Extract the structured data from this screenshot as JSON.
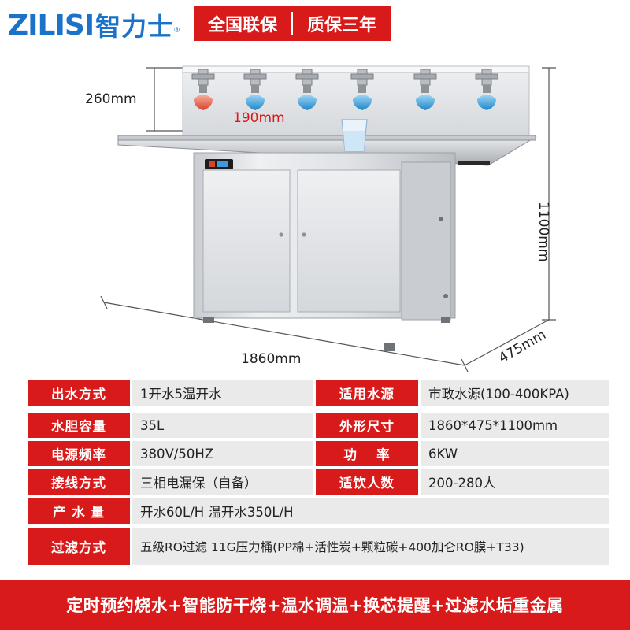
{
  "header": {
    "logo_latin": "ZILISI",
    "logo_cn": "智力士",
    "logo_mark": "®",
    "badge_left": "全国联保",
    "badge_right": "质保三年"
  },
  "dimensions": {
    "tap_height": "260mm",
    "glass_clearance": "190mm",
    "height": "1100mm",
    "width": "1860mm",
    "depth": "475mm"
  },
  "product": {
    "tap_count": 6,
    "colors": {
      "steel_light": "#f1f2f3",
      "steel_mid": "#cfd2d6",
      "steel_dark": "#8d9297",
      "accent_red": "#d91a1a"
    }
  },
  "specs": [
    {
      "label": "出水方式",
      "value": "1开水5温开水",
      "label2": "适用水源",
      "value2": "市政水源(100-400KPA)"
    },
    {
      "label": "水胆容量",
      "value": "35L",
      "label2": "外形尺寸",
      "value2": "1860*475*1100mm"
    },
    {
      "label": "电源频率",
      "value": "380V/50HZ",
      "label2": "功　 率",
      "value2": "6KW"
    },
    {
      "label": "接线方式",
      "value": "三相电漏保（自备）",
      "label2": "适饮人数",
      "value2": "200-280人"
    },
    {
      "label": "产 水 量",
      "value": "开水60L/H 温开水350L/H"
    },
    {
      "label": "过滤方式",
      "value": "五级RO过滤 11G压力桶(PP棉+活性炭+颗粒碳+400加仑RO膜+T33)"
    }
  ],
  "footer": {
    "text": "定时预约烧水+智能防干烧+温水调温+换芯提醒+过滤水垢重金属"
  }
}
